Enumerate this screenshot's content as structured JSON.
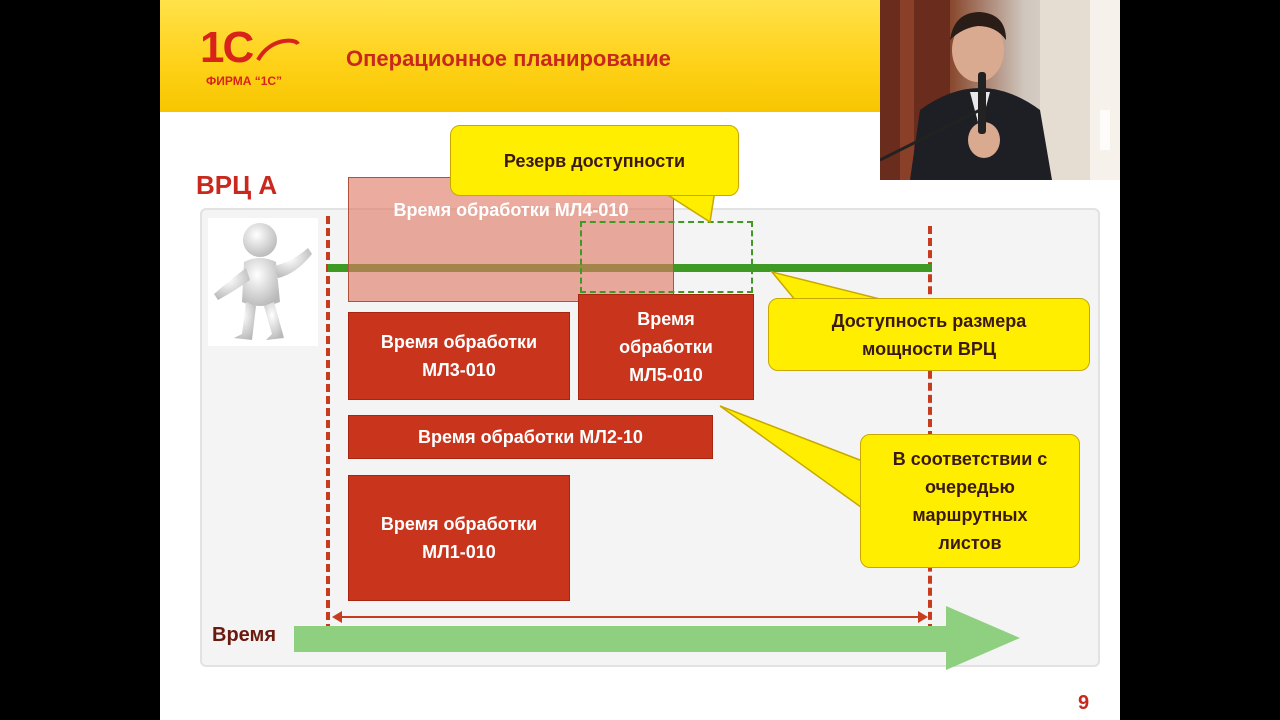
{
  "header": {
    "logo_mark": "1С",
    "logo_sub": "ФИРМА “1С”",
    "title": "Операционное планирование"
  },
  "work_center": {
    "title": "ВРЦ А"
  },
  "blocks": {
    "ml4": "Время обработки МЛ4-010",
    "ml3": "Время обработки МЛ3-010",
    "ml5": "Время обработки МЛ5-010",
    "ml2": "Время обработки МЛ2-10",
    "ml1": "Время обработки МЛ1-010"
  },
  "callouts": {
    "reserve": "Резерв доступности",
    "capacity": "Доступность размера мощности ВРЦ",
    "queue": "В соответствии с очередью маршрутных листов"
  },
  "axis": {
    "time_label": "Время"
  },
  "page_number": "9",
  "colors": {
    "header": "#ffd21a",
    "accent_red": "#c8281e",
    "block_red": "#c8341c",
    "capacity_green": "#3f9a24",
    "callout_yellow": "#ffee00",
    "time_arrow": "#8fcf80"
  }
}
